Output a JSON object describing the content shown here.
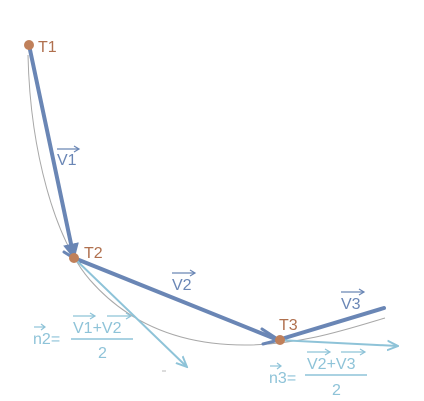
{
  "colors": {
    "curve": "#a8a8a8",
    "vector": "#6a86b5",
    "normal": "#8ec3d8",
    "point": "#c0805a",
    "point_label": "#b0704e"
  },
  "points": {
    "t1": "T1",
    "t2": "T2",
    "t3": "T3"
  },
  "vectors": {
    "v1": "V1",
    "v2": "V2",
    "v3": "V3"
  },
  "normals": {
    "n2": {
      "symbol": "n",
      "index": "2",
      "equals": "=",
      "num_a": "V1",
      "plus": "+",
      "num_b": "V2",
      "den": "2"
    },
    "n3": {
      "symbol": "n",
      "index": "3",
      "equals": "=",
      "num_a": "V2",
      "plus": "+",
      "num_b": "V3",
      "den": "2"
    }
  }
}
